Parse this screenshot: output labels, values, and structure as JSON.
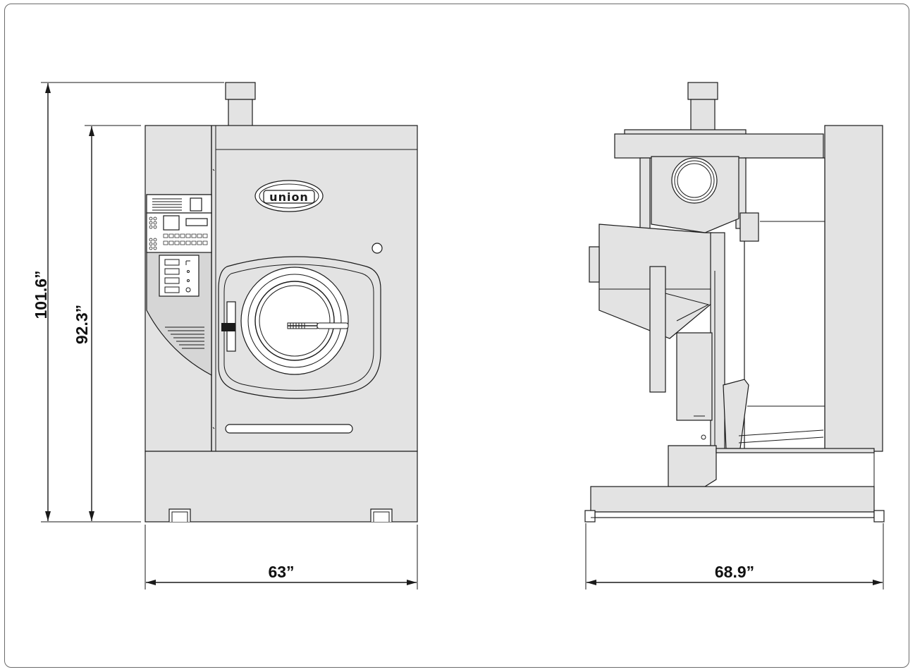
{
  "drawing": {
    "front_view": {
      "logo_text": "union",
      "dimensions": {
        "overall_height": "101.6”",
        "cabinet_height": "92.3”",
        "width": "63”"
      }
    },
    "side_view": {
      "dimensions": {
        "depth": "68.9”"
      }
    }
  },
  "colors": {
    "line": "#1a1a1a",
    "body_fill": "#e3e3e3",
    "frame_border": "#6b6b6b"
  }
}
